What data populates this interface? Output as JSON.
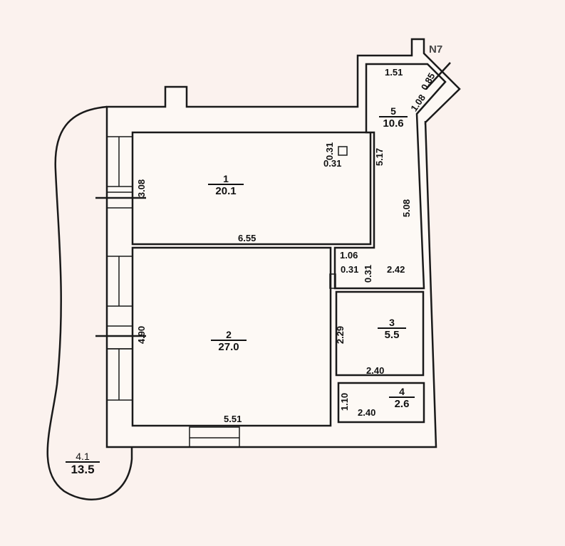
{
  "plan": {
    "north_marker": "N7",
    "rooms": [
      {
        "number": "1",
        "area": "20.1"
      },
      {
        "number": "2",
        "area": "27.0"
      },
      {
        "number": "3",
        "area": "5.5"
      },
      {
        "number": "4",
        "area": "2.6"
      },
      {
        "number": "5",
        "area": "10.6"
      },
      {
        "number": "4.1",
        "area": "13.5"
      }
    ],
    "dimensions": {
      "room1_width": "6.55",
      "room1_height": "3.08",
      "room2_width": "5.51",
      "room2_height": "4.90",
      "room3_width": "2.40",
      "room3_height": "2.29",
      "room4_width": "2.40",
      "room4_height": "1.10",
      "room5_top": "1.51",
      "room5_diag_a": "0.85",
      "room5_diag_b": "1.08",
      "room5_side_a": "5.17",
      "room5_side_b": "5.08",
      "hall_width": "2.42",
      "niche_width": "1.06",
      "niche_depth_a": "0.31",
      "niche_depth_b": "0.31",
      "column_a": "0.31",
      "column_b": "0.31"
    }
  }
}
